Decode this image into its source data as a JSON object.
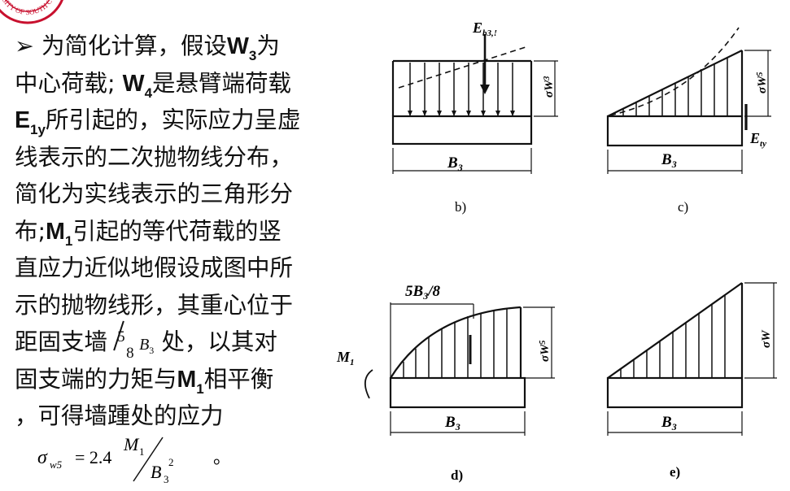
{
  "logo": {
    "ring_text": "ERSITY OF SOUTH C"
  },
  "paragraph": {
    "bullet": "➢",
    "l1_a": "为简化计算，假设",
    "l1_b": "W",
    "l1_c": "3",
    "l1_d": "为",
    "l2_a": "中心荷载; ",
    "l2_b": "W",
    "l2_c": "4",
    "l2_d": "是悬臂端荷载",
    "l3_a": "E",
    "l3_b": "1y",
    "l3_c": "所引起的，实际应力呈虚",
    "l4": "线表示的二次抛物线分布，",
    "l5": "简化为实线表示的三角形分",
    "l6_a": "布;",
    "l6_b": "M",
    "l6_c": "1",
    "l6_d": "引起的等代荷载的竖",
    "l7": "直应力近似地假设成图中所",
    "l8": "示的抛物线形，其重心位于",
    "l9_a": "距固支墙 ",
    "l9_b": "处，以其对",
    "l10_a": "固支端的力矩与",
    "l10_b": "M",
    "l10_c": "1",
    "l10_d": "相平衡",
    "l11": "，可得墙踵处的应力",
    "frac_num": "5",
    "frac_den": "8",
    "frac_var": "B",
    "frac_var_sub": "3"
  },
  "formula": {
    "lhs": "σ",
    "lhs_sub": "w5",
    "eq": "= 2.4",
    "num": "M",
    "num_sub": "1",
    "den": "B",
    "den_sub": "3",
    "den_sup": "2",
    "end": "。"
  },
  "figures": {
    "b": {
      "caption": "b)",
      "top_label": "E",
      "top_label_sub": "b3,!",
      "side_label": "σW",
      "side_label_sub": "3",
      "dim_label": "B",
      "dim_label_sub": "3"
    },
    "c": {
      "caption": "c)",
      "side_label": "σW",
      "side_label_sub": "5",
      "force_label": "E",
      "force_label_sub": "ty",
      "dim_label": "B",
      "dim_label_sub": "3"
    },
    "d": {
      "caption": "d)",
      "top_dim": "5B",
      "top_dim_sub": "3",
      "top_dim_end": "/8",
      "side_label": "σW",
      "side_label_sub": "5",
      "moment_label": "M",
      "moment_label_sub": "1",
      "dim_label": "B",
      "dim_label_sub": "3"
    },
    "e": {
      "caption": "e)",
      "side_label": "σW",
      "dim_label": "B",
      "dim_label_sub": "3"
    }
  }
}
